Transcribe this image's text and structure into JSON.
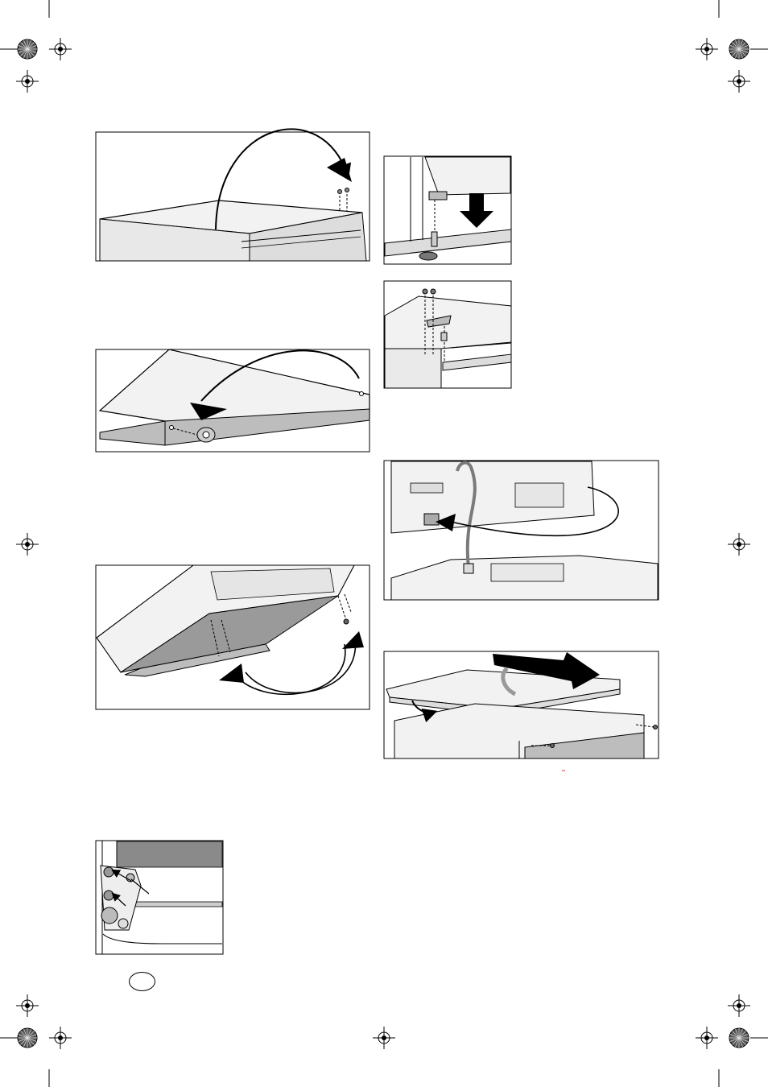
{
  "page": {
    "language_badge": "",
    "figure_count": 9
  },
  "figures": [
    {
      "id": "fig-1",
      "depicts": "top-cover-screws"
    },
    {
      "id": "fig-2",
      "depicts": "door-top-hinge-removal"
    },
    {
      "id": "fig-3",
      "depicts": "door-bottom-tilt"
    },
    {
      "id": "fig-4",
      "depicts": "hinge-bottom-detail"
    },
    {
      "id": "fig-5",
      "depicts": "foot-hinge-pin"
    },
    {
      "id": "fig-6",
      "depicts": "top-hinge-bolts"
    },
    {
      "id": "fig-7",
      "depicts": "door-cable-reroute"
    },
    {
      "id": "fig-8",
      "depicts": "cover-slide-on"
    },
    {
      "id": "fig-9",
      "depicts": "cover-screws-side"
    }
  ],
  "colors": {
    "line": "#000000",
    "panel_fill": "#f2f2f2",
    "shade": "#bdbdbd",
    "dark_shade": "#8a8a8a",
    "cable": "#7a7a7a"
  },
  "icons": [
    "registration-mark-icon",
    "color-target-icon",
    "arrow-icon",
    "screw-icon"
  ]
}
